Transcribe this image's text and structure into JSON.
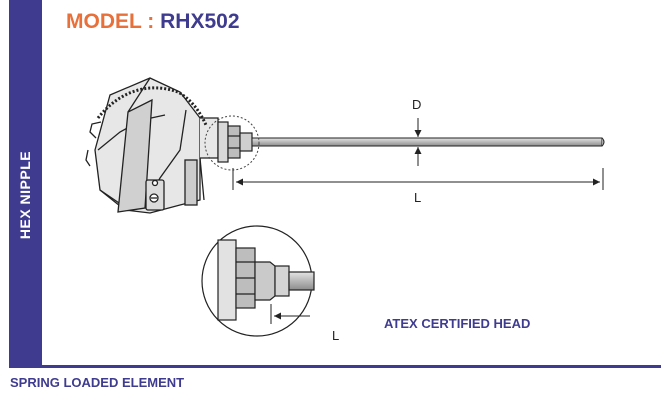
{
  "side_label": "HEX NIPPLE",
  "title": {
    "label": "MODEL : ",
    "value": "RHX502"
  },
  "dimensions": {
    "diameter": "D",
    "length": "L",
    "detail_length": "L"
  },
  "detail_caption": "ATEX CERTIFIED HEAD",
  "footer": "SPRING LOADED ELEMENT",
  "colors": {
    "accent": "#3f3b8f",
    "title_label": "#e8703a"
  }
}
